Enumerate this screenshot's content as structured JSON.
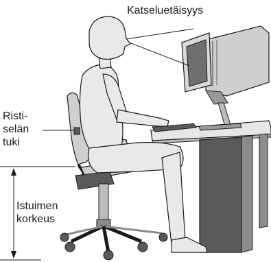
{
  "labels": {
    "viewing_distance": "Katseluetäisyys",
    "lumbar_support": [
      "Risti-",
      "selän",
      "tuki"
    ],
    "seat_height": [
      "Istuimen",
      "korkeus"
    ]
  },
  "colors": {
    "figure_fill": "#e9e9e9",
    "outline": "#1a1a1a",
    "dark_gray": "#5a5a5a",
    "mid_gray": "#8c8c8c",
    "chair_fill": "#cfcfcf"
  }
}
